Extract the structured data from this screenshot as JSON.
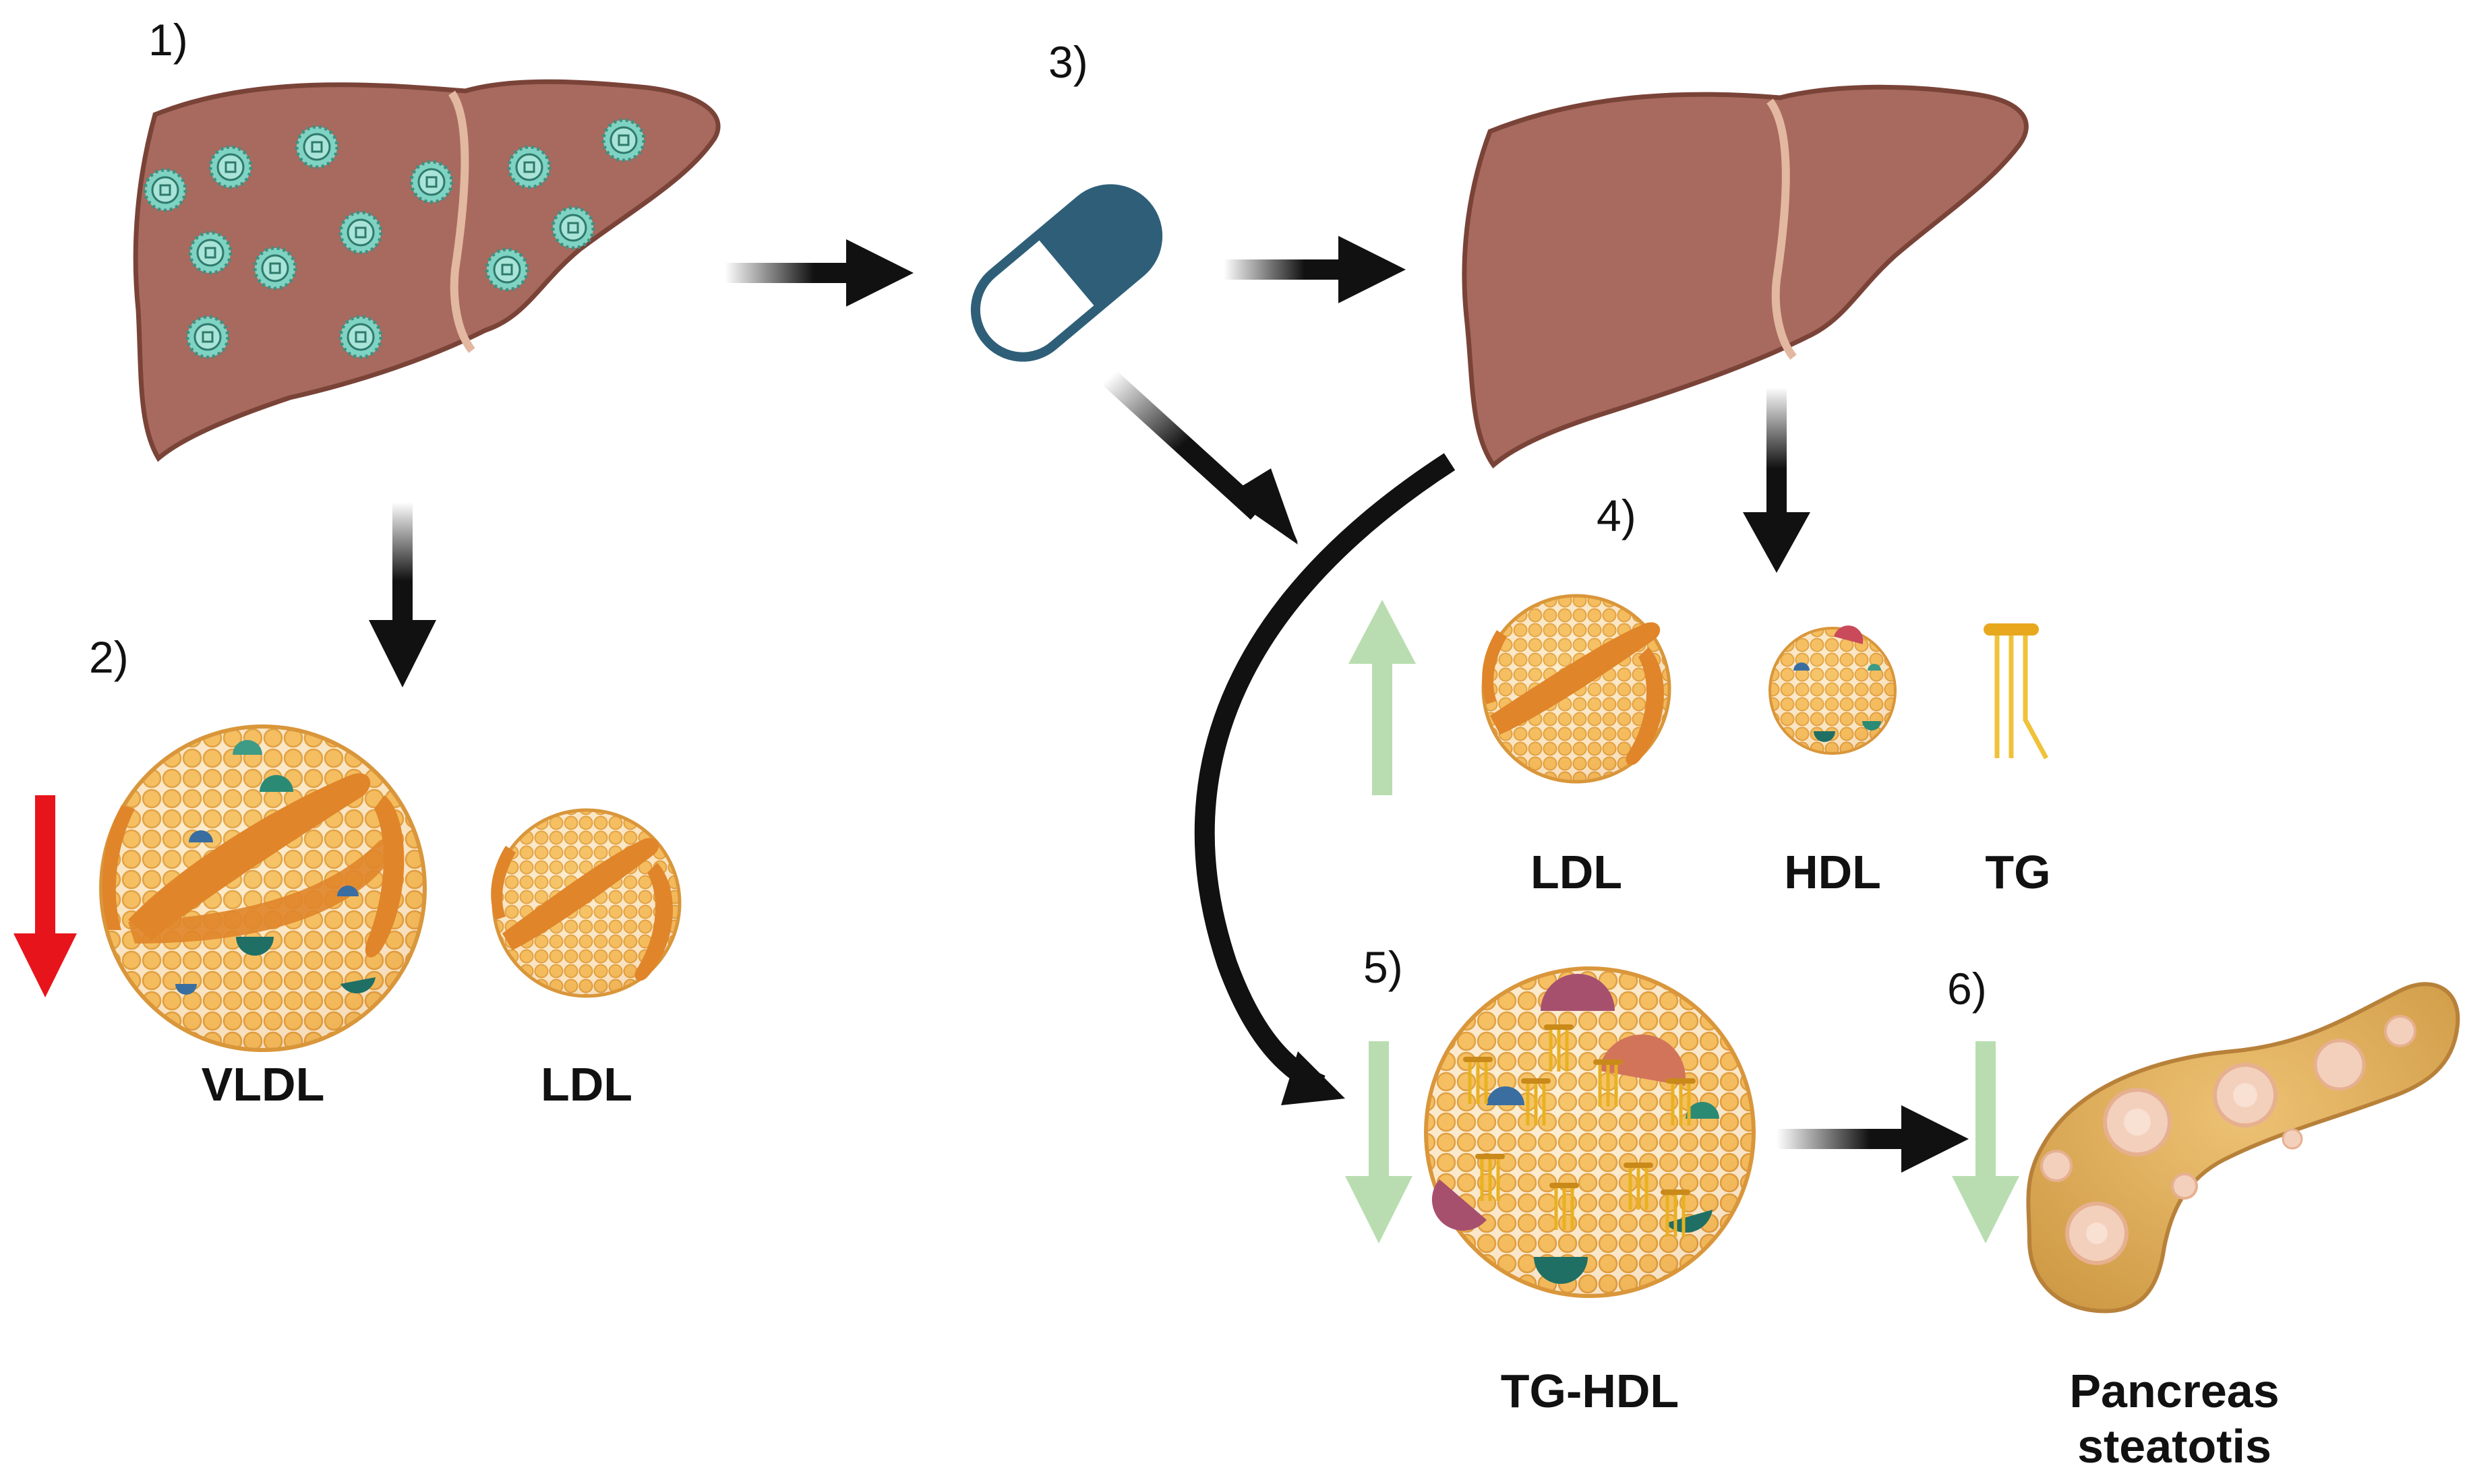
{
  "steps": {
    "s1": "1)",
    "s2": "2)",
    "s3": "3)",
    "s4": "4)",
    "s5": "5)",
    "s6": "6)"
  },
  "labels": {
    "vldl": "VLDL",
    "ldl_left": "LDL",
    "ldl_right": "LDL",
    "hdl": "HDL",
    "tg": "TG",
    "tg_hdl": "TG-HDL",
    "pancreas_line1": "Pancreas",
    "pancreas_line2": "steatotis"
  },
  "colors": {
    "liver": "#a86a5f",
    "liver_outline": "#7a4338",
    "virus": "#7ed3c3",
    "capsule": "#2f5f78",
    "lipoprotein": "#f2b14e",
    "apoprotein": "#e0852a",
    "decrease_red": "#e8141b",
    "change_green": "#b9ddb0",
    "pancreas": "#dcaa52",
    "arrow": "#111111"
  },
  "icons": {
    "liver_infected": "liver-with-virus-icon",
    "liver_healthy": "liver-icon",
    "drug": "capsule-pill-icon",
    "vldl": "vldl-particle-icon",
    "ldl": "ldl-particle-icon",
    "hdl": "hdl-particle-icon",
    "tg": "triglyceride-icon",
    "tg_hdl": "tg-rich-hdl-particle-icon",
    "pancreas": "steatotic-pancreas-icon"
  }
}
